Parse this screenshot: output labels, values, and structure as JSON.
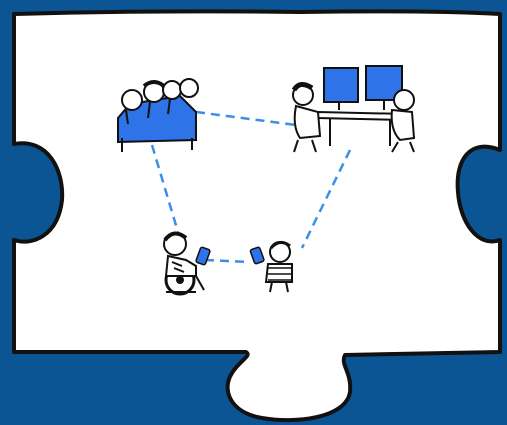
{
  "scene": {
    "background_color": "#0b5594",
    "piece_color": "#ffffff",
    "outline_color": "#111111",
    "connector_color": "#3b8fe6",
    "furniture_color": "#2f73e8",
    "groups": [
      {
        "name": "group-on-sofa"
      },
      {
        "name": "people-at-computers"
      },
      {
        "name": "person-in-wheelchair-with-phone"
      },
      {
        "name": "child-with-phone"
      }
    ]
  }
}
